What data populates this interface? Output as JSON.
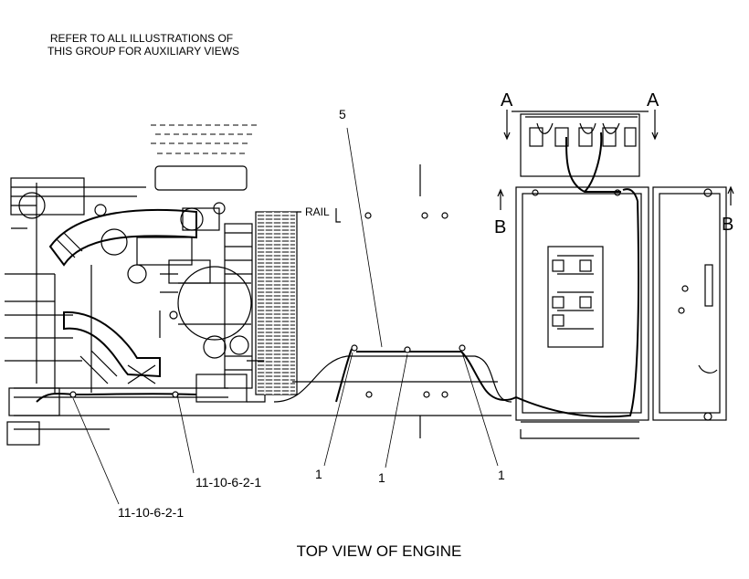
{
  "notes": {
    "line1": "REFER TO ALL ILLUSTRATIONS OF",
    "line2": "THIS GROUP FOR AUXILIARY VIEWS"
  },
  "callouts": {
    "item_5": "5",
    "item_1_left": "1",
    "item_1_mid": "1",
    "item_1_right": "1",
    "ref_upper": "11-10-6-2-1",
    "ref_lower": "11-10-6-2-1",
    "rail": "RAIL"
  },
  "section_markers": {
    "a_left": "A",
    "a_right": "A",
    "b_left": "B",
    "b_right": "B"
  },
  "caption": "TOP VIEW OF ENGINE"
}
